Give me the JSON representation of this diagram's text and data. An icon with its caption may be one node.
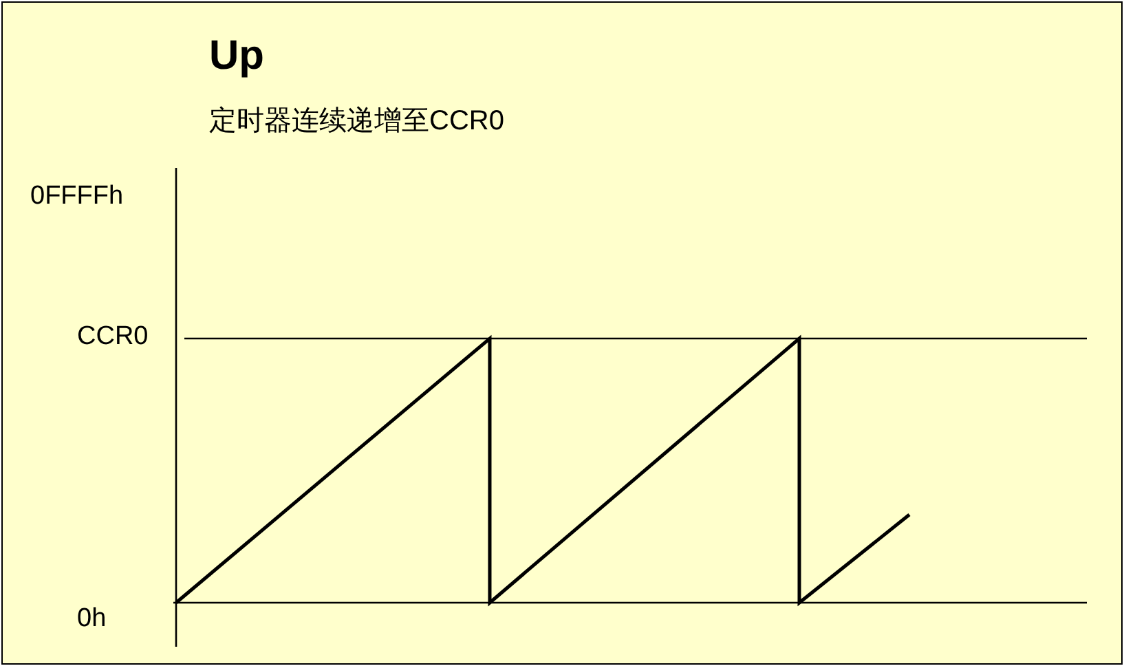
{
  "diagram": {
    "title": "Up",
    "labels": [
      "定时器连续递增至CCR0",
      "0FFFFh",
      "CCR0",
      "0h"
    ]
  }
}
